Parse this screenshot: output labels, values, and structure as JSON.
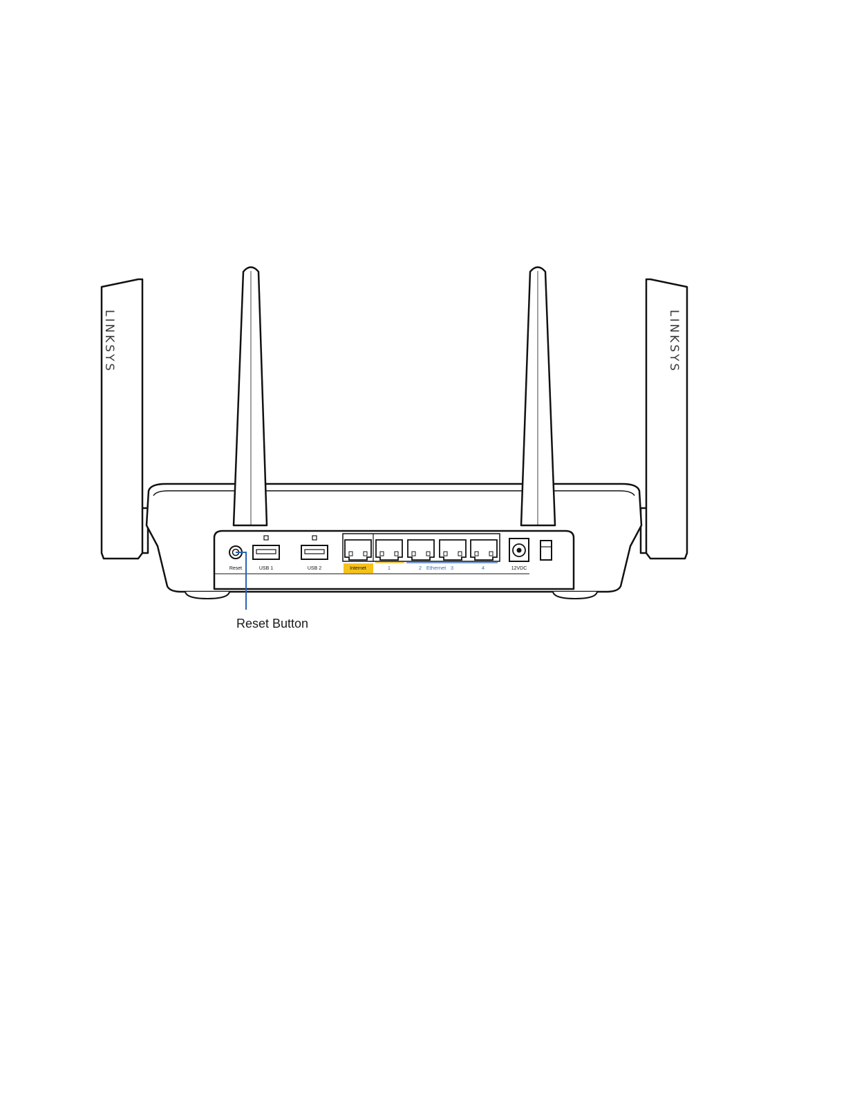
{
  "brand": {
    "left_antenna_text": "LINKSYS",
    "right_antenna_text": "LINKSYS"
  },
  "ports": {
    "reset": "Reset",
    "usb1": "USB 1",
    "usb2": "USB 2",
    "internet": "Internet",
    "eth1": "1",
    "eth2": "2",
    "ethernet": "Ethernet",
    "eth3": "3",
    "eth4": "4",
    "power": "12VDC"
  },
  "callout": {
    "label": "Reset Button"
  },
  "colors": {
    "internet_highlight": "#f6c21a",
    "ethernet_accent": "#2f6bbd",
    "callout_line": "#2a63b5",
    "outline": "#111111"
  }
}
